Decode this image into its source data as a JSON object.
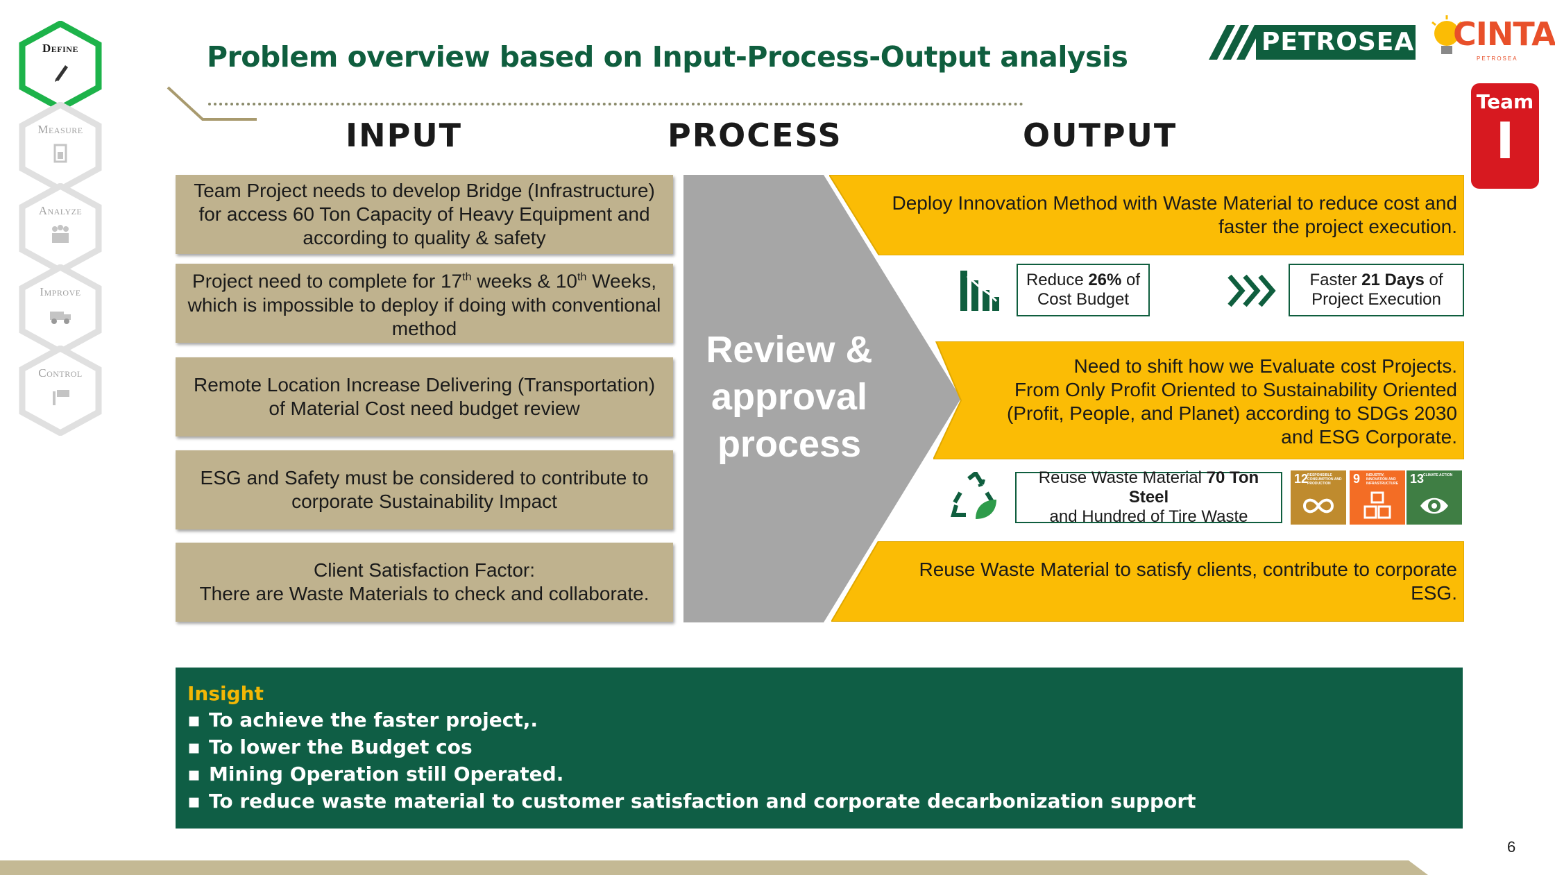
{
  "title": "Problem overview based on Input-Process-Output analysis",
  "dmaic": [
    {
      "label": "Define",
      "active": true
    },
    {
      "label": "Measure",
      "active": false
    },
    {
      "label": "Analyze",
      "active": false
    },
    {
      "label": "Improve",
      "active": false
    },
    {
      "label": "Control",
      "active": false
    }
  ],
  "logos": {
    "petrosea": "PETROSEA",
    "cinta": "CINTA",
    "cinta_sub": "PETROSEA"
  },
  "team": {
    "label": "Team",
    "number": "I"
  },
  "columns": {
    "input": "INPUT",
    "process": "PROCESS",
    "output": "OUTPUT"
  },
  "inputs": [
    {
      "text": "Team Project needs to develop Bridge (Infrastructure) for access 60 Ton Capacity of Heavy Equipment and according to quality & safety"
    },
    {
      "pre": "Project need to complete for 17",
      "sup1": "th",
      "mid": " weeks & 10",
      "sup2": "th",
      "post": " Weeks, which is impossible to deploy if doing with conventional method"
    },
    {
      "text": "Remote Location Increase Delivering (Transportation) of Material Cost need budget review"
    },
    {
      "text": "ESG and Safety must be considered to contribute to corporate Sustainability Impact"
    },
    {
      "line1": "Client Satisfaction Factor:",
      "line2": "There are Waste Materials to check and collaborate."
    }
  ],
  "process": {
    "text": "Review & approval process"
  },
  "outputs": {
    "band1": "Deploy Innovation Method with Waste Material to reduce cost and faster the project execution.",
    "cost_box": {
      "pre": "Reduce ",
      "bold": "26%",
      "post": " of",
      "line2": "Cost Budget"
    },
    "time_box": {
      "pre": "Faster ",
      "bold": "21 Days",
      "post": " of",
      "line2": "Project Execution"
    },
    "band2": [
      "Need to shift how we Evaluate cost Projects.",
      "From Only Profit Oriented to Sustainability Oriented",
      "(Profit, People, and Planet) according to SDGs 2030",
      "and ESG Corporate."
    ],
    "waste_box": {
      "pre": "Reuse Waste Material ",
      "bold": "70 Ton Steel",
      "line2": "and Hundred of Tire Waste"
    },
    "band3": "Reuse Waste Material to satisfy clients, contribute to corporate ESG.",
    "sdgs": [
      {
        "num": "12",
        "caption": "RESPONSIBLE CONSUMPTION AND PRODUCTION",
        "color": "#bf8b2e"
      },
      {
        "num": "9",
        "caption": "INDUSTRY, INNOVATION AND INFRASTRUCTURE",
        "color": "#f36d25"
      },
      {
        "num": "13",
        "caption": "CLIMATE ACTION",
        "color": "#3f7e44"
      }
    ]
  },
  "insight": {
    "title": "Insight",
    "items": [
      "To achieve the faster project,.",
      "To lower the Budget cos",
      "Mining Operation still Operated.",
      "To reduce waste material to customer satisfaction and corporate decarbonization support"
    ]
  },
  "page_number": "6",
  "colors": {
    "green": "#0f5e3e",
    "tan": "#bfb28e",
    "yellow": "#fbbc05",
    "grey": "#a6a6a6",
    "red": "#d71920"
  }
}
